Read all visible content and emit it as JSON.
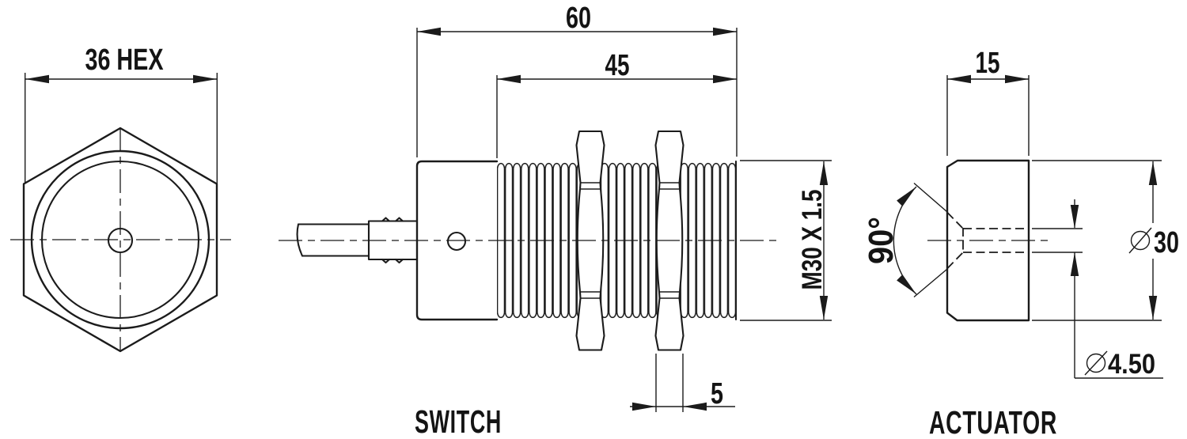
{
  "drawing": {
    "hex_view": {
      "across_flats_dim": "36 HEX"
    },
    "switch_view": {
      "label": "SWITCH",
      "overall_length_dim": "60",
      "threaded_length_dim": "45",
      "thread_spec_dim": "M30 X 1.5",
      "jam_nut_width_dim": "5"
    },
    "actuator_view": {
      "label": "ACTUATOR",
      "thickness_dim": "15",
      "countersink_angle_dim": "90°",
      "outer_diameter_value": "30",
      "hole_diameter_value": "4.50"
    },
    "icons": {
      "diameter_symbol": "diameter-sign"
    },
    "colors": {
      "background": "#ffffff",
      "lines": "#1b1b1b",
      "text": "#141414"
    }
  }
}
